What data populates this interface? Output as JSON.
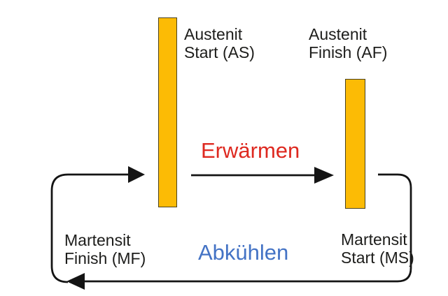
{
  "diagram": {
    "labels": {
      "austenit_start_line1": "Austenit",
      "austenit_start_line2": "Start (AS)",
      "austenit_finish_line1": "Austenit",
      "austenit_finish_line2": "Finish (AF)",
      "martensit_finish_line1": "Martensit",
      "martensit_finish_line2": "Finish (MF)",
      "martensit_start_line1": "Martensit",
      "martensit_start_line2": "Start (MS)",
      "heating": "Erwärmen",
      "cooling": "Abkühlen"
    },
    "colors": {
      "background": "#FFFFFF",
      "label_text": "#1D1D1B",
      "heating_text": "#DE2920",
      "cooling_text": "#4473C5",
      "bar_fill": "#FCBB05",
      "bar_border": "#4A431F",
      "arrow": "#141414"
    }
  }
}
